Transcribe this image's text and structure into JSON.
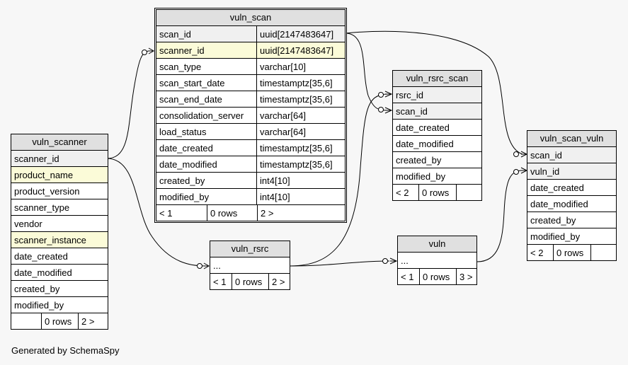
{
  "tables": {
    "vuln_scan": {
      "name": "vuln_scan",
      "columns": [
        {
          "name": "scan_id",
          "type": "uuid[2147483647]"
        },
        {
          "name": "scanner_id",
          "type": "uuid[2147483647]"
        },
        {
          "name": "scan_type",
          "type": "varchar[10]"
        },
        {
          "name": "scan_start_date",
          "type": "timestamptz[35,6]"
        },
        {
          "name": "scan_end_date",
          "type": "timestamptz[35,6]"
        },
        {
          "name": "consolidation_server",
          "type": "varchar[64]"
        },
        {
          "name": "load_status",
          "type": "varchar[64]"
        },
        {
          "name": "date_created",
          "type": "timestamptz[35,6]"
        },
        {
          "name": "date_modified",
          "type": "timestamptz[35,6]"
        },
        {
          "name": "created_by",
          "type": "int4[10]"
        },
        {
          "name": "modified_by",
          "type": "int4[10]"
        }
      ],
      "footer": {
        "parents": "< 1",
        "rows": "0 rows",
        "children": "2 >"
      }
    },
    "vuln_scanner": {
      "name": "vuln_scanner",
      "columns": [
        "scanner_id",
        "product_name",
        "product_version",
        "scanner_type",
        "vendor",
        "scanner_instance",
        "date_created",
        "date_modified",
        "created_by",
        "modified_by"
      ],
      "footer": {
        "parents": "",
        "rows": "0 rows",
        "children": "2 >"
      }
    },
    "vuln_rsrc_scan": {
      "name": "vuln_rsrc_scan",
      "columns": [
        "rsrc_id",
        "scan_id",
        "date_created",
        "date_modified",
        "created_by",
        "modified_by"
      ],
      "footer": {
        "parents": "< 2",
        "rows": "0 rows",
        "children": ""
      }
    },
    "vuln_scan_vuln": {
      "name": "vuln_scan_vuln",
      "columns": [
        "scan_id",
        "vuln_id",
        "date_created",
        "date_modified",
        "created_by",
        "modified_by"
      ],
      "footer": {
        "parents": "< 2",
        "rows": "0 rows",
        "children": ""
      }
    },
    "vuln_rsrc": {
      "name": "vuln_rsrc",
      "columns": [
        "..."
      ],
      "footer": {
        "parents": "< 1",
        "rows": "0 rows",
        "children": "2 >"
      }
    },
    "vuln": {
      "name": "vuln",
      "columns": [
        "..."
      ],
      "footer": {
        "parents": "< 1",
        "rows": "0 rows",
        "children": "3 >"
      }
    }
  },
  "generated_by": "Generated by SchemaSpy"
}
